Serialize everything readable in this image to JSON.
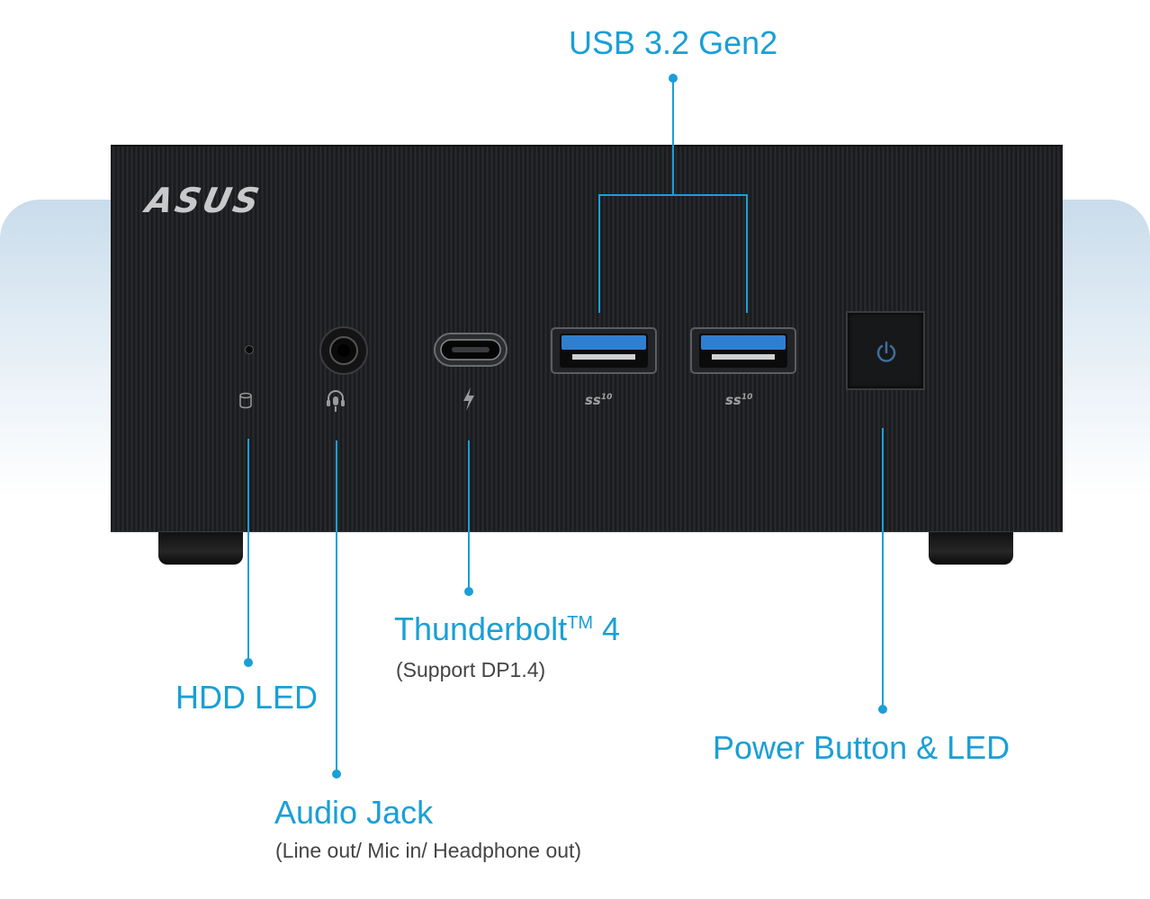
{
  "brand": {
    "logo_text": "ASUS"
  },
  "callouts": {
    "usb": {
      "label": "USB 3.2 Gen2"
    },
    "thunderbolt": {
      "label": "Thunderbolt",
      "trademark": "TM",
      "suffix": " 4",
      "sub": "(Support DP1.4)"
    },
    "hdd": {
      "label": "HDD LED"
    },
    "audio": {
      "label": "Audio Jack",
      "sub": "(Line out/ Mic in/ Headphone out)"
    },
    "power": {
      "label": "Power Button & LED"
    }
  },
  "port_marks": {
    "usb_logo": "ss",
    "usb_speed": "10"
  },
  "colors": {
    "accent": "#1a9fd6",
    "device": "#1d1e20",
    "usb_port": "#2f7fd0"
  },
  "icons": [
    "hdd-icon",
    "headset-mic-icon",
    "lightning-icon",
    "superspeed-usb-icon",
    "power-icon"
  ]
}
